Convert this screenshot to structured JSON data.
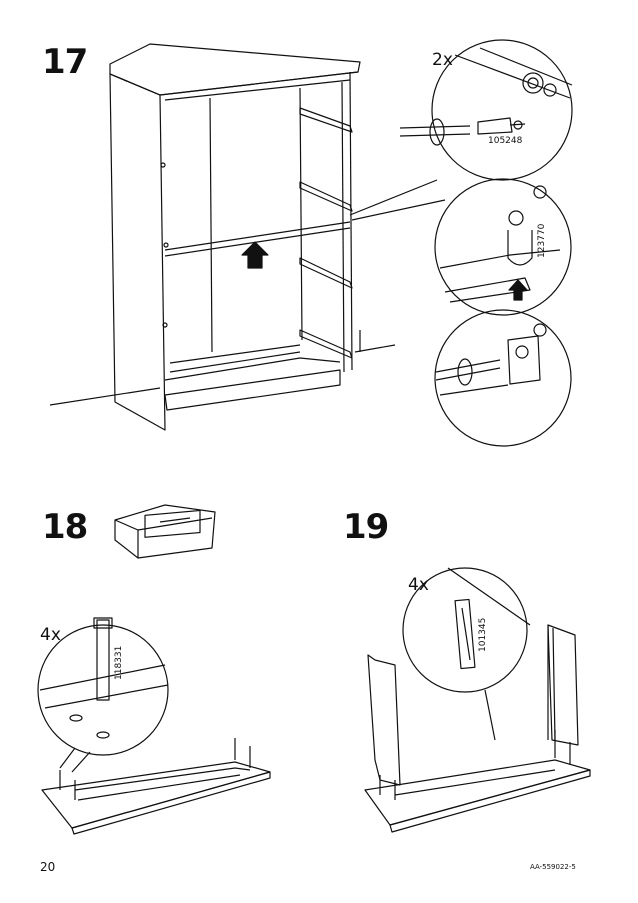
{
  "steps": [
    {
      "number": "17",
      "quantity": "2x",
      "parts": [
        "105248",
        "123770"
      ]
    },
    {
      "number": "18",
      "quantity": "4x",
      "parts": [
        "118331"
      ]
    },
    {
      "number": "19",
      "quantity": "4x",
      "parts": [
        "101345"
      ]
    }
  ],
  "footer": {
    "page_number": "20",
    "doc_code": "AA-559022-5"
  }
}
